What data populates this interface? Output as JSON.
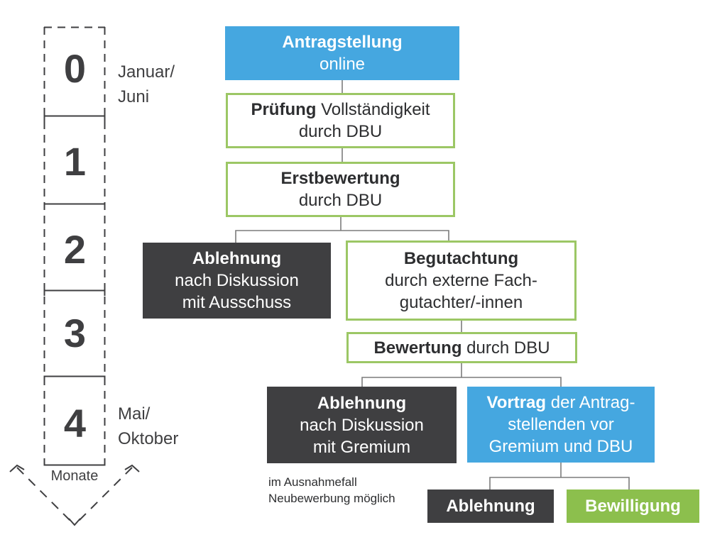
{
  "palette": {
    "blue": "#45a7e0",
    "green_fill": "#8cbf4d",
    "green_border": "#9cc765",
    "dark_gray": "#3f3f41",
    "connector_gray": "#7b7b7b",
    "text_dark": "#2d2e30"
  },
  "timeline": {
    "numbers": [
      "0",
      "1",
      "2",
      "3",
      "4"
    ],
    "start_label": [
      "Januar/",
      "Juni"
    ],
    "end_label": [
      "Mai/",
      "Oktober"
    ],
    "unit": "Monate"
  },
  "boxes": {
    "antragstellung": {
      "bold": "Antragstellung",
      "line2": "online"
    },
    "pruefung": {
      "bold": "Prüfung",
      "rest": " Vollständigkeit",
      "line2": "durch DBU"
    },
    "erstbewertung": {
      "bold": "Erstbewertung",
      "line2": "durch DBU"
    },
    "ablehnung_ausschuss": {
      "bold": "Ablehnung",
      "line2": "nach Diskussion",
      "line3": "mit Ausschuss"
    },
    "begutachtung": {
      "bold": "Begutachtung",
      "line2": "durch externe Fach-",
      "line3": "gutachter/-innen"
    },
    "bewertung": {
      "bold": "Bewertung",
      "rest": " durch DBU"
    },
    "ablehnung_gremium": {
      "bold": "Ablehnung",
      "line2": "nach Diskussion",
      "line3": "mit Gremium"
    },
    "vortrag": {
      "bold": "Vortrag",
      "rest": " der Antrag-",
      "line2": "stellenden vor",
      "line3": "Gremium und DBU"
    },
    "ablehnung_final": {
      "label": "Ablehnung"
    },
    "bewilligung": {
      "label": "Bewilligung"
    }
  },
  "note": {
    "line1": "im Ausnahmefall",
    "line2": "Neubewerbung möglich"
  }
}
